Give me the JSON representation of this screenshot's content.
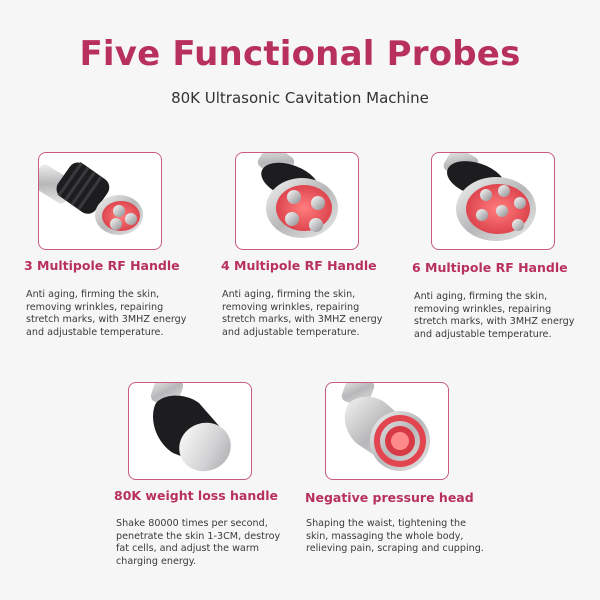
{
  "header": {
    "title": "Five Functional Probes",
    "subtitle": "80K Ultrasonic Cavitation Machine"
  },
  "colors": {
    "accent": "#b8305e",
    "card_border": "#c95b80",
    "probe_red": "#e2454f",
    "handle_black": "#1d1d1f"
  },
  "probes": [
    {
      "icon": "rf-3-pole-probe-icon",
      "label": "3 Multipole RF Handle",
      "lines": [
        "Anti aging, firming the skin,",
        "removing wrinkles, repairing",
        "stretch marks, with 3MHZ energy",
        "and adjustable temperature."
      ]
    },
    {
      "icon": "rf-4-pole-probe-icon",
      "label": "4 Multipole RF Handle",
      "lines": [
        "Anti aging, firming the skin,",
        "removing wrinkles, repairing",
        "stretch marks, with 3MHZ energy",
        "and adjustable temperature."
      ]
    },
    {
      "icon": "rf-6-pole-probe-icon",
      "label": "6 Multipole RF Handle",
      "lines": [
        "Anti aging, firming the skin,",
        "removing wrinkles, repairing",
        "stretch marks, with 3MHZ energy",
        "and adjustable temperature."
      ]
    },
    {
      "icon": "cavitation-80k-probe-icon",
      "label": "80K weight loss handle",
      "lines": [
        "Shake 80000 times per second,",
        "penetrate the skin 1-3CM, destroy",
        "fat cells, and adjust the warm",
        "charging energy."
      ]
    },
    {
      "icon": "vacuum-probe-icon",
      "label": "Negative pressure head",
      "lines": [
        "Shaping the waist, tightening the",
        "skin, massaging the whole body,",
        "relieving pain, scraping and cupping."
      ]
    }
  ]
}
